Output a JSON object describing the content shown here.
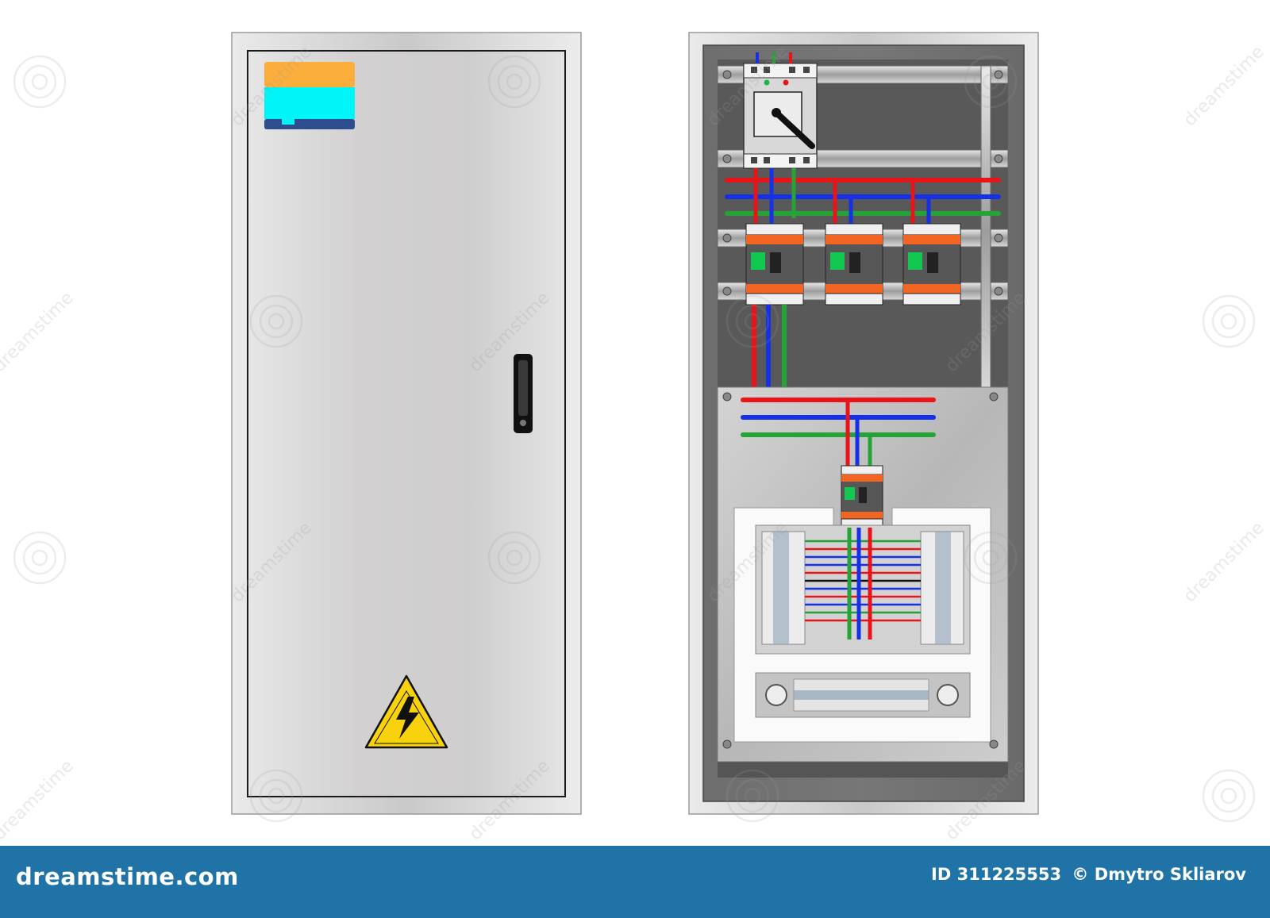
{
  "closed_cabinet": {
    "label_colors": {
      "top": "#fbae3c",
      "bottom": "#00f5f8",
      "tab": "#2e4d8e"
    },
    "door_color": "#d8d8d8",
    "warning_sign": {
      "fill": "#f8d20c",
      "symbol": "lightning-bolt"
    }
  },
  "open_cabinet": {
    "wire_colors": {
      "phase": "#e8141a",
      "neutral": "#1530e6",
      "ground": "#26a337"
    },
    "breaker_accent": "#f26522",
    "breaker_toggle": "#13c850",
    "main_breaker_count": 3,
    "modular_breaker_rows": 2
  },
  "watermark": {
    "text": "dreamstime",
    "opacity": 0.18
  },
  "footer": {
    "brand": "dreamstime.com",
    "id_label": "ID 311225553",
    "author": "© Dmytro Skliarov",
    "background": "#1f73a6"
  }
}
